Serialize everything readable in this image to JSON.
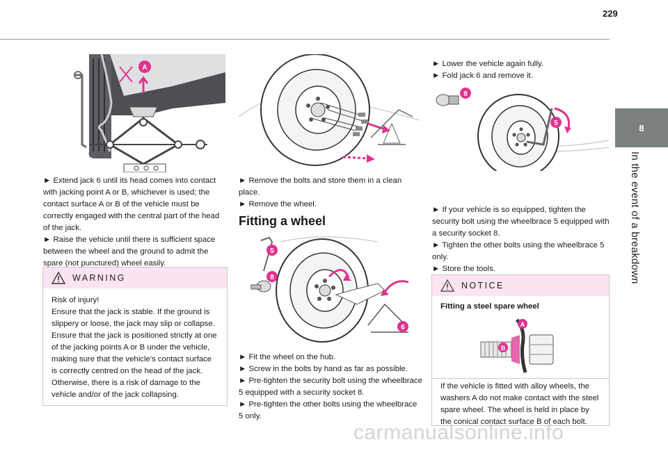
{
  "page_number": "229",
  "chapter_number": "8",
  "chapter_title": "In the event of a breakdown",
  "col1": {
    "instructions": [
      "► Extend jack 6 until its head comes into contact with jacking point A or B, whichever is used; the contact surface A or B of the vehicle must be correctly engaged with the central part of the head of the jack.",
      "► Raise the vehicle until there is sufficient space between the wheel and the ground to admit the spare (not punctured) wheel easily."
    ],
    "warning": {
      "title": "WARNING",
      "lines": [
        "Risk of injury!",
        "Ensure that the jack is stable. If the ground is slippery or loose, the jack may slip or collapse.",
        "Ensure that the jack is positioned strictly at one of the jacking points A or B under the vehicle, making sure that the vehicle's contact surface is correctly centred on the head of the jack. Otherwise, there is a risk of damage to the vehicle and/or of the jack collapsing."
      ]
    },
    "figure_labels": {
      "a": "A"
    }
  },
  "col2": {
    "removal_steps": [
      "► Remove the bolts and store them in a clean place.",
      "► Remove the wheel."
    ],
    "section_heading": "Fitting a wheel",
    "fitting_steps": [
      "► Fit the wheel on the hub.",
      "► Screw in the bolts by hand as far as possible.",
      "► Pre-tighten the security bolt using the wheelbrace 5 equipped with a security socket 8.",
      "► Pre-tighten the other bolts using the wheelbrace 5 only."
    ],
    "figure_labels": {
      "five": "5",
      "eight": "8",
      "six": "6"
    }
  },
  "col3": {
    "lowering_steps": [
      "► Lower the vehicle again fully.",
      "► Fold jack 6 and remove it."
    ],
    "tighten_steps": [
      "► If your vehicle is so equipped, tighten the security bolt using the wheelbrace 5 equipped with a security socket 8.",
      "► Tighten the other bolts using the wheelbrace 5 only.",
      "► Store the tools."
    ],
    "notice": {
      "title": "NOTICE",
      "subtitle": "Fitting a steel spare wheel",
      "body": "If the vehicle is fitted with alloy wheels, the washers A do not make contact with the steel spare wheel. The wheel is held in place by the conical contact surface B of each bolt."
    },
    "figure_labels": {
      "eight": "8",
      "five": "5",
      "a": "A",
      "b": "B"
    }
  },
  "watermark": "carmanualsonline.info",
  "colors": {
    "accent_magenta": "#e0338f",
    "tab_grey": "#7a7f80",
    "box_header_pink": "#fde4f2"
  }
}
